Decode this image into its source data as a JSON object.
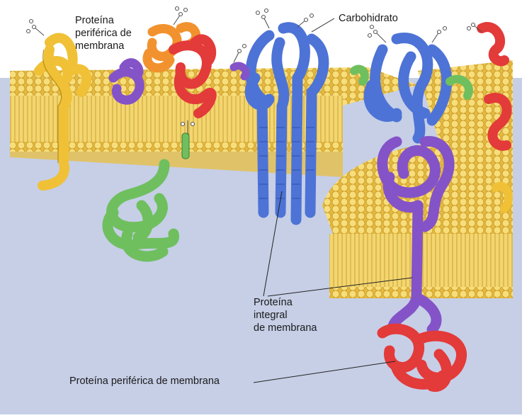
{
  "labels": {
    "peripheral_top": [
      "Proteína",
      "periférica de",
      "membrana"
    ],
    "carbohydrate": "Carbohidrato",
    "integral": [
      "Proteína",
      "integral",
      "de membrana"
    ],
    "peripheral_bottom": "Proteína periférica de membrana"
  },
  "colors": {
    "background": "#c6cfe6",
    "lipid_head": "#f4d666",
    "lipid_tail": "#e9c04a",
    "blue_protein": "#4d73d6",
    "purple_protein": "#8453c8",
    "red_protein": "#e33a3a",
    "green_protein": "#6fbf5f",
    "orange_protein": "#f2922e",
    "yellow_protein": "#f0c136"
  }
}
